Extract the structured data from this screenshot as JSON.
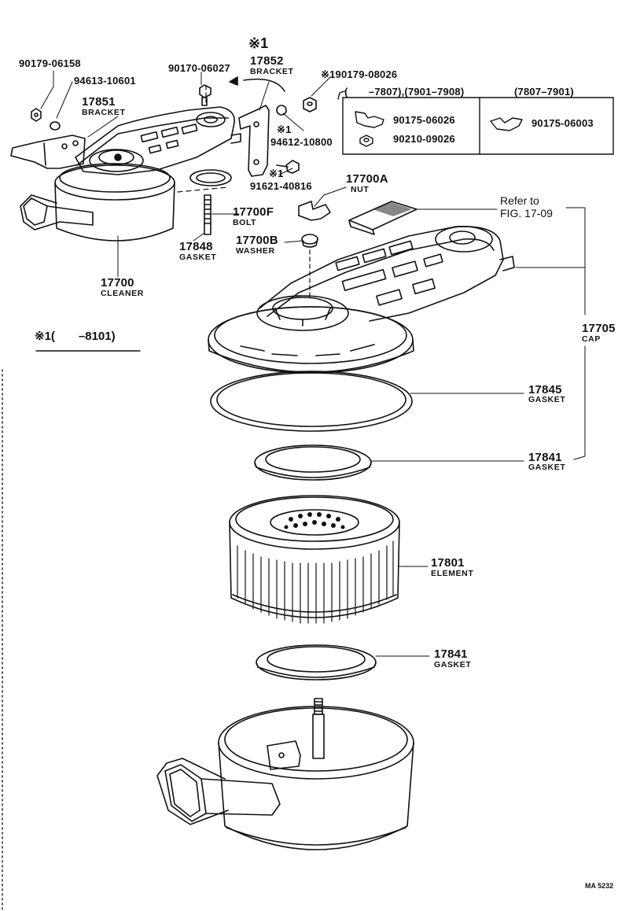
{
  "diagram": {
    "labels": {
      "p90179_06158": "90179-06158",
      "p94613_10601": "94613-10601",
      "p17851": "17851",
      "bracket_a": "BRACKET",
      "p90170_06027": "90170-06027",
      "note1_top": "※1",
      "p17852": "17852",
      "bracket_b": "BRACKET",
      "p90179_08026": "※190179-08026",
      "note1_a": "※1",
      "p94612_10800": "94612-10800",
      "note1_b": "※1",
      "p91621_40816": "91621-40816",
      "p17700A": "17700A",
      "nut": "NUT",
      "p17700F": "17700F",
      "bolt": "BOLT",
      "p17848": "17848",
      "gasket_17848": "GASKET",
      "p17700B": "17700B",
      "washer": "WASHER",
      "p17700": "17700",
      "cleaner": "CLEANER",
      "refer_to": "Refer to",
      "fig": "FIG. 17-09",
      "p17705": "17705",
      "cap": "CAP",
      "p17845": "17845",
      "gasket_17845": "GASKET",
      "p17841a": "17841",
      "gasket_17841a": "GASKET",
      "p17801": "17801",
      "element": "ELEMENT",
      "p17841b": "17841",
      "gasket_17841b": "GASKET",
      "footnote": "※1(　　–8101)",
      "ma_code": "MA  5232"
    },
    "variant_table": {
      "head_left": "(　　–7807),(7901–7908)",
      "head_right": "(7807–7901)",
      "p90175_06026": "90175-06026",
      "p90210_09026": "90210-09026",
      "p90175_06003": "90175-06003"
    }
  }
}
